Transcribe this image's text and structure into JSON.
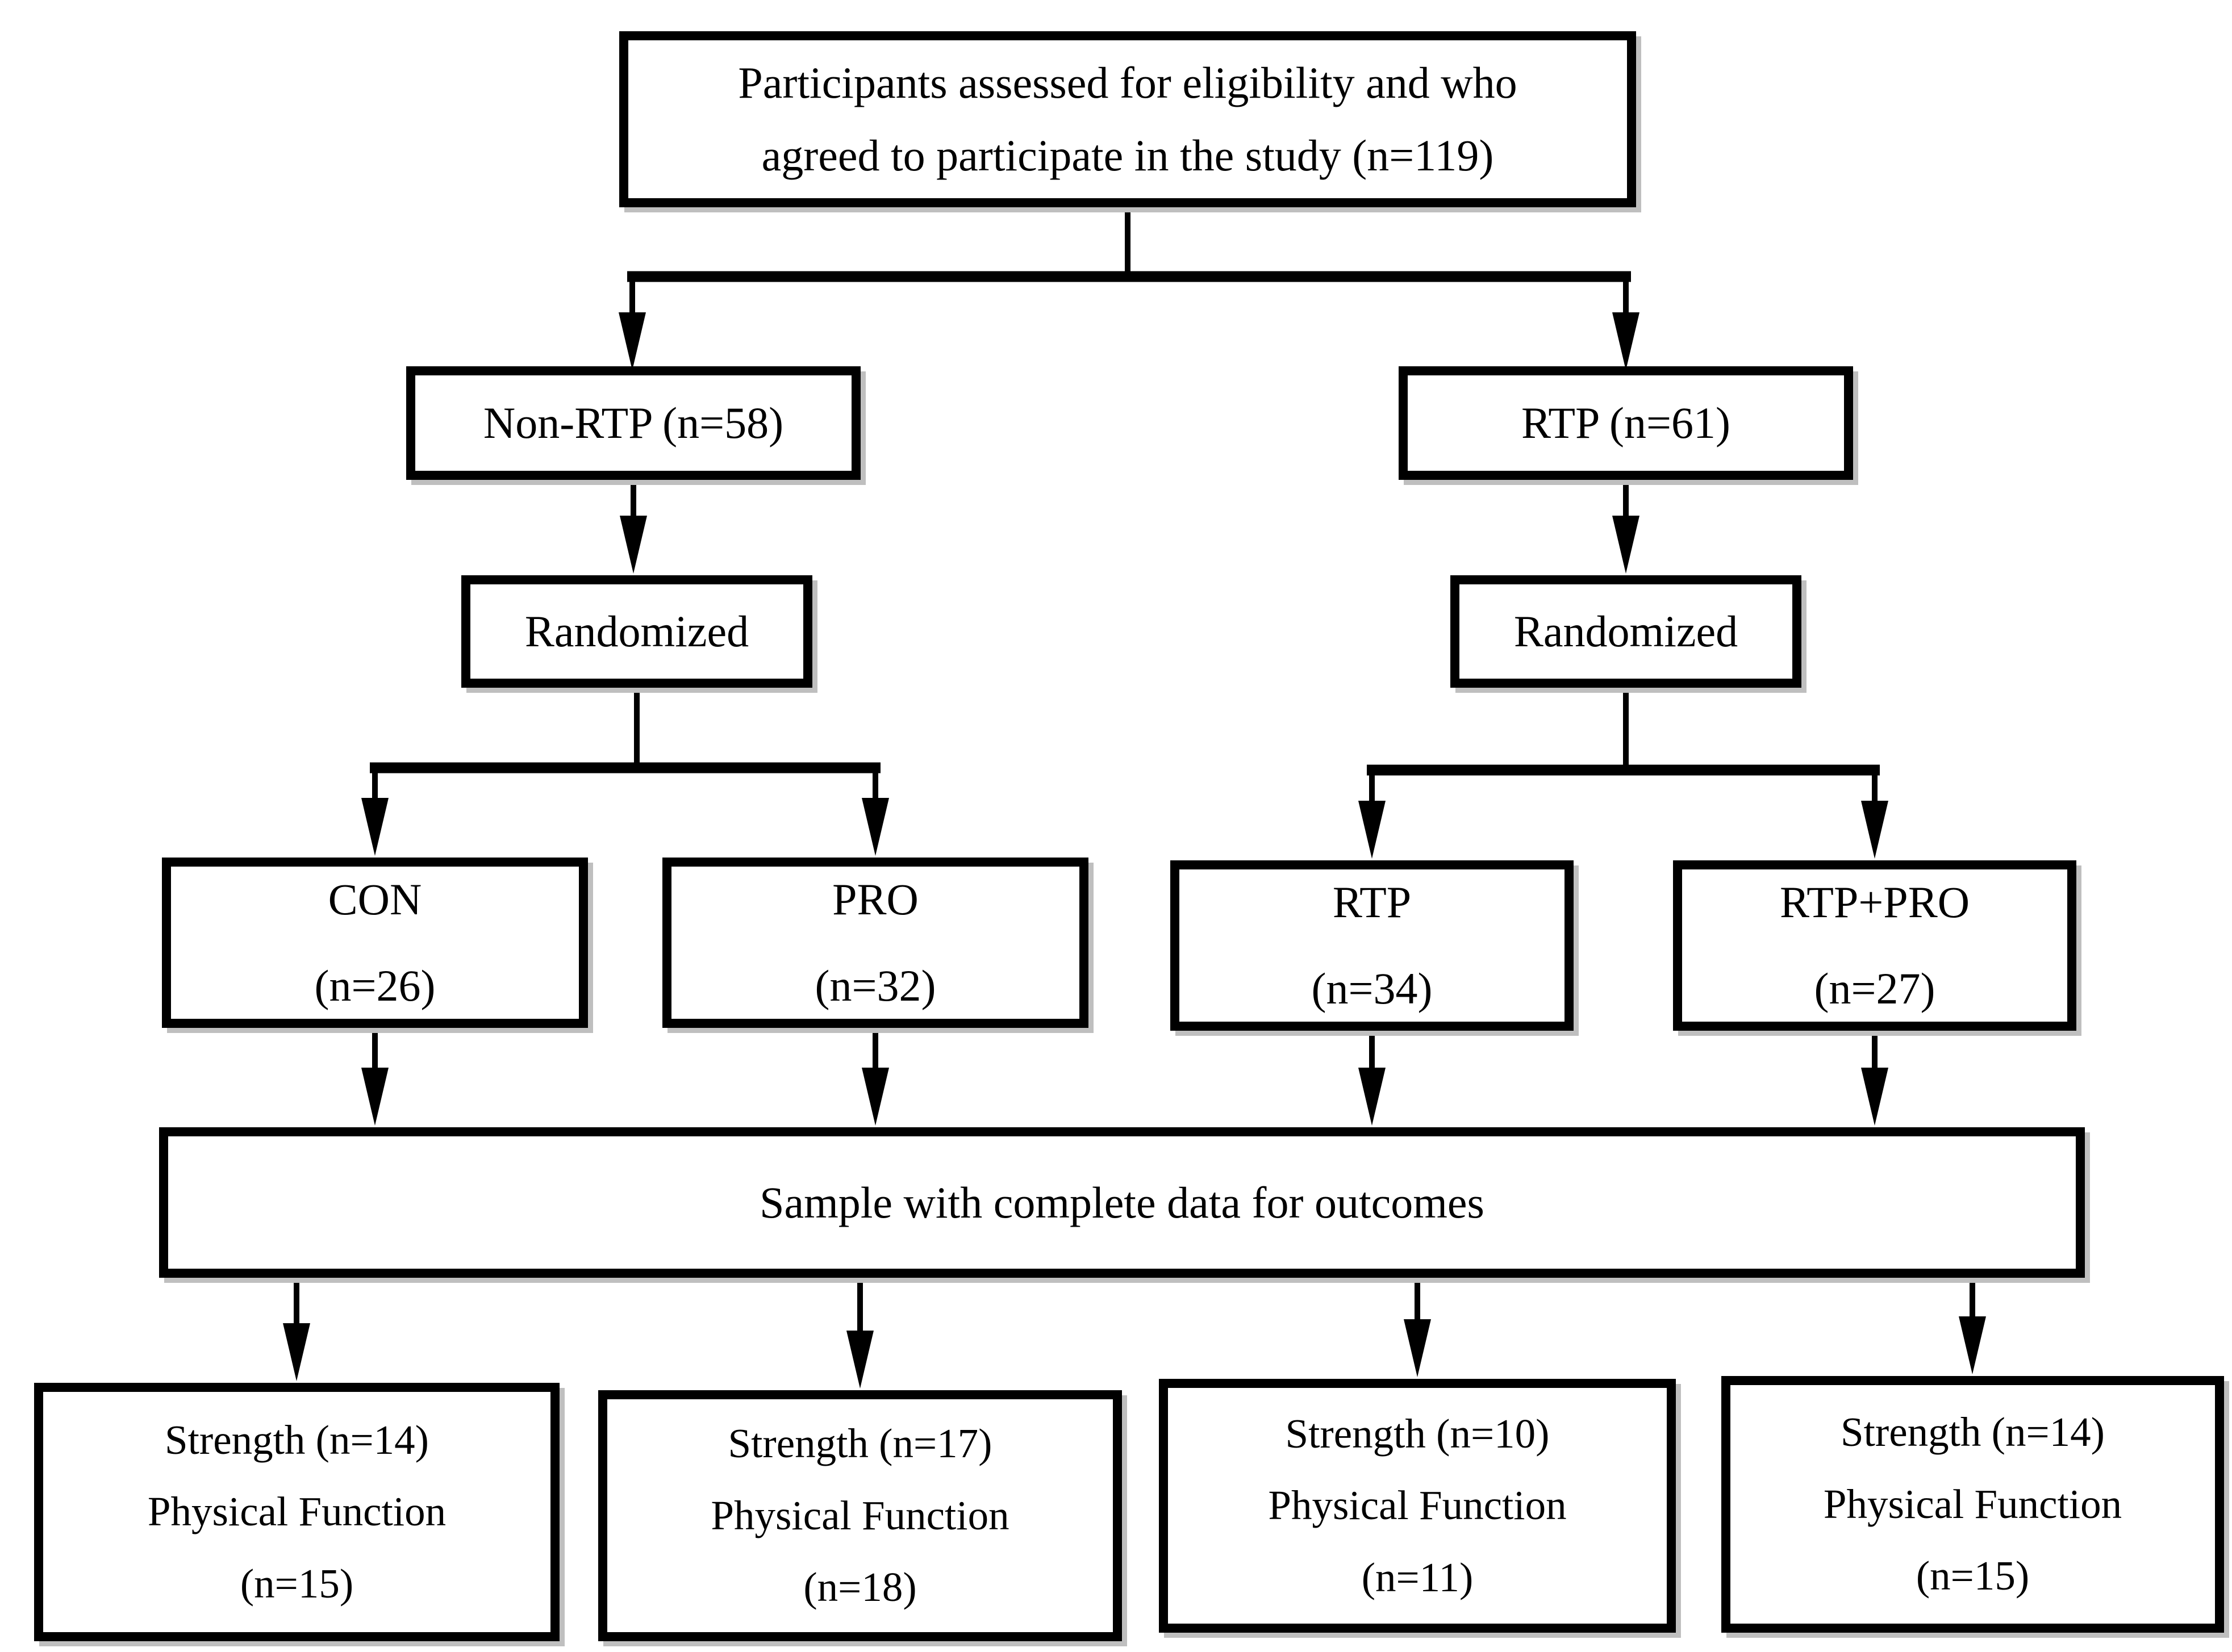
{
  "figure": {
    "background": "#ffffff",
    "line_color": "#000000",
    "text_color": "#000000",
    "shadow_color": "#bfbfbf",
    "nodes": {
      "eligibility": {
        "lines": [
          "Participants assessed for eligibility and who",
          "agreed to participate in the study (n=119)"
        ]
      },
      "non_rtp_arm": {
        "label": "Non-RTP (n=58)"
      },
      "rtp_arm": {
        "label": "RTP (n=61)"
      },
      "randomized_left": {
        "label": "Randomized"
      },
      "randomized_right": {
        "label": "Randomized"
      },
      "groups": [
        {
          "lines": [
            "CON",
            "(n=26)"
          ]
        },
        {
          "lines": [
            "PRO",
            "(n=32)"
          ]
        },
        {
          "lines": [
            "RTP",
            "(n=34)"
          ]
        },
        {
          "lines": [
            "RTP+PRO",
            "(n=27)"
          ]
        }
      ],
      "sample": {
        "label": "Sample with complete data for outcomes"
      },
      "outcomes": [
        {
          "lines": [
            "Strength (n=14)",
            "Physical Function",
            "(n=15)"
          ]
        },
        {
          "lines": [
            "Strength (n=17)",
            "Physical Function",
            "(n=18)"
          ]
        },
        {
          "lines": [
            "Strength (n=10)",
            "Physical Function",
            "(n=11)"
          ]
        },
        {
          "lines": [
            "Strength (n=14)",
            "Physical Function",
            "(n=15)"
          ]
        }
      ]
    }
  }
}
